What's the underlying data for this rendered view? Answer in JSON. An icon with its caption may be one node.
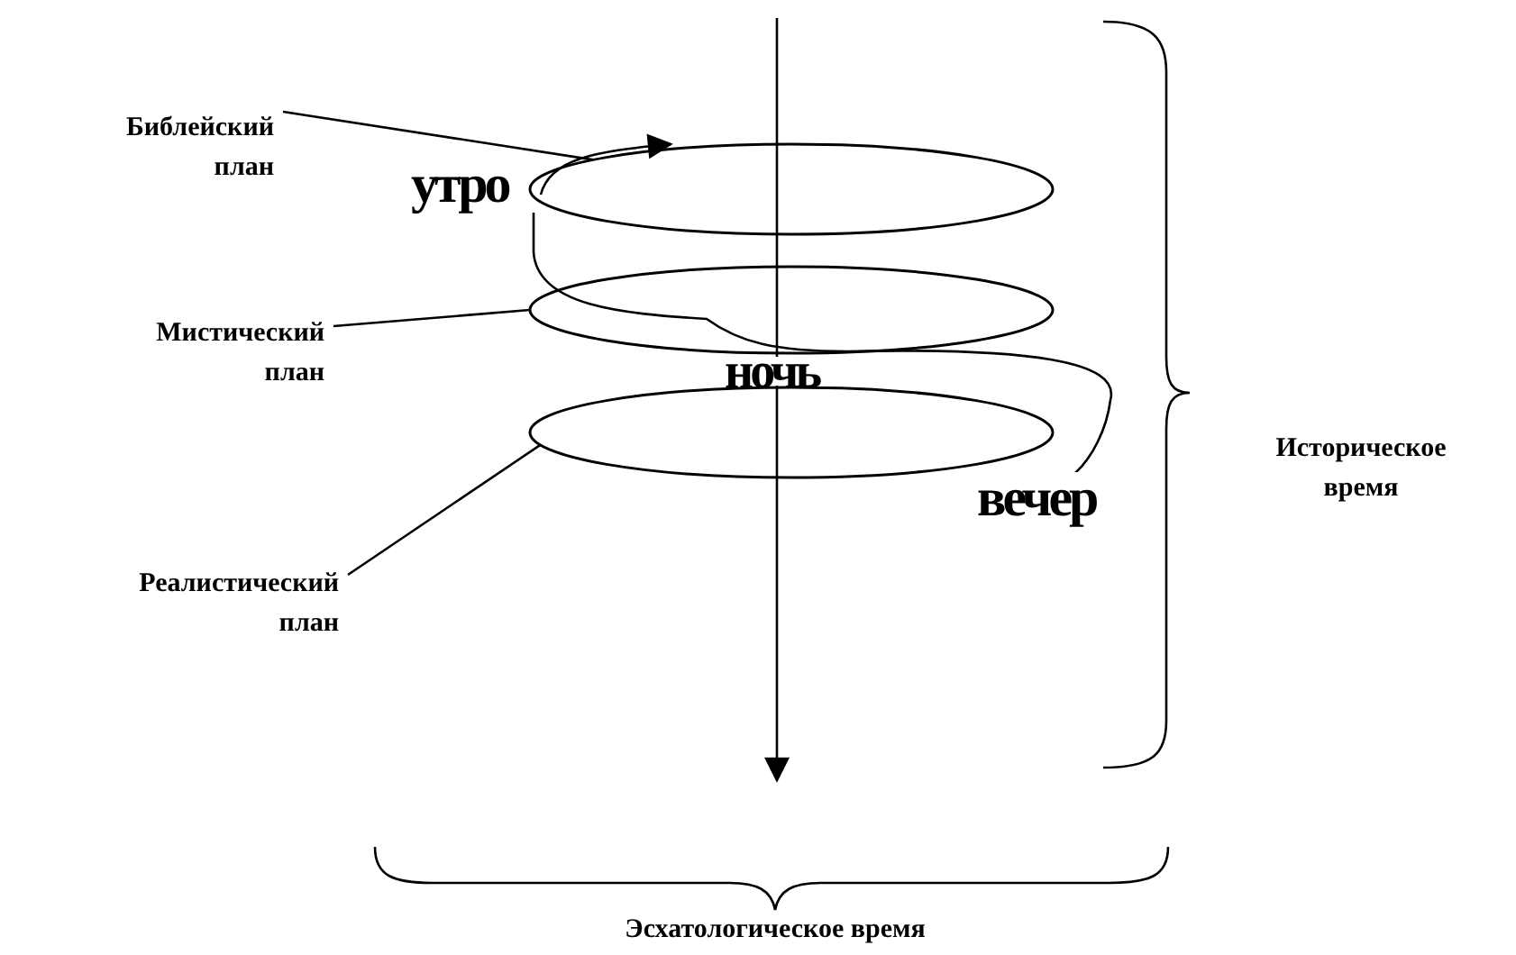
{
  "diagram": {
    "nodes": [
      {
        "text": [
          "Библейский план"
        ]
      },
      {
        "text": [
          "Мистический план"
        ]
      },
      {
        "text": [
          "Реалистический план"
        ]
      },
      {
        "text": [],
        "shape": "ellipse"
      },
      {
        "text": [],
        "shape": "ellipse"
      },
      {
        "text": [],
        "shape": "ellipse"
      }
    ],
    "edges": [
      {
        "from": 0,
        "to": 3,
        "arrow": "none"
      },
      {
        "from": 1,
        "to": 4,
        "arrow": "none"
      },
      {
        "from": 2,
        "to": 5,
        "arrow": "none"
      }
    ],
    "labels": [
      "утро",
      "ночь",
      "вечер",
      "Историческое время",
      "Эсхатологическое время"
    ]
  }
}
